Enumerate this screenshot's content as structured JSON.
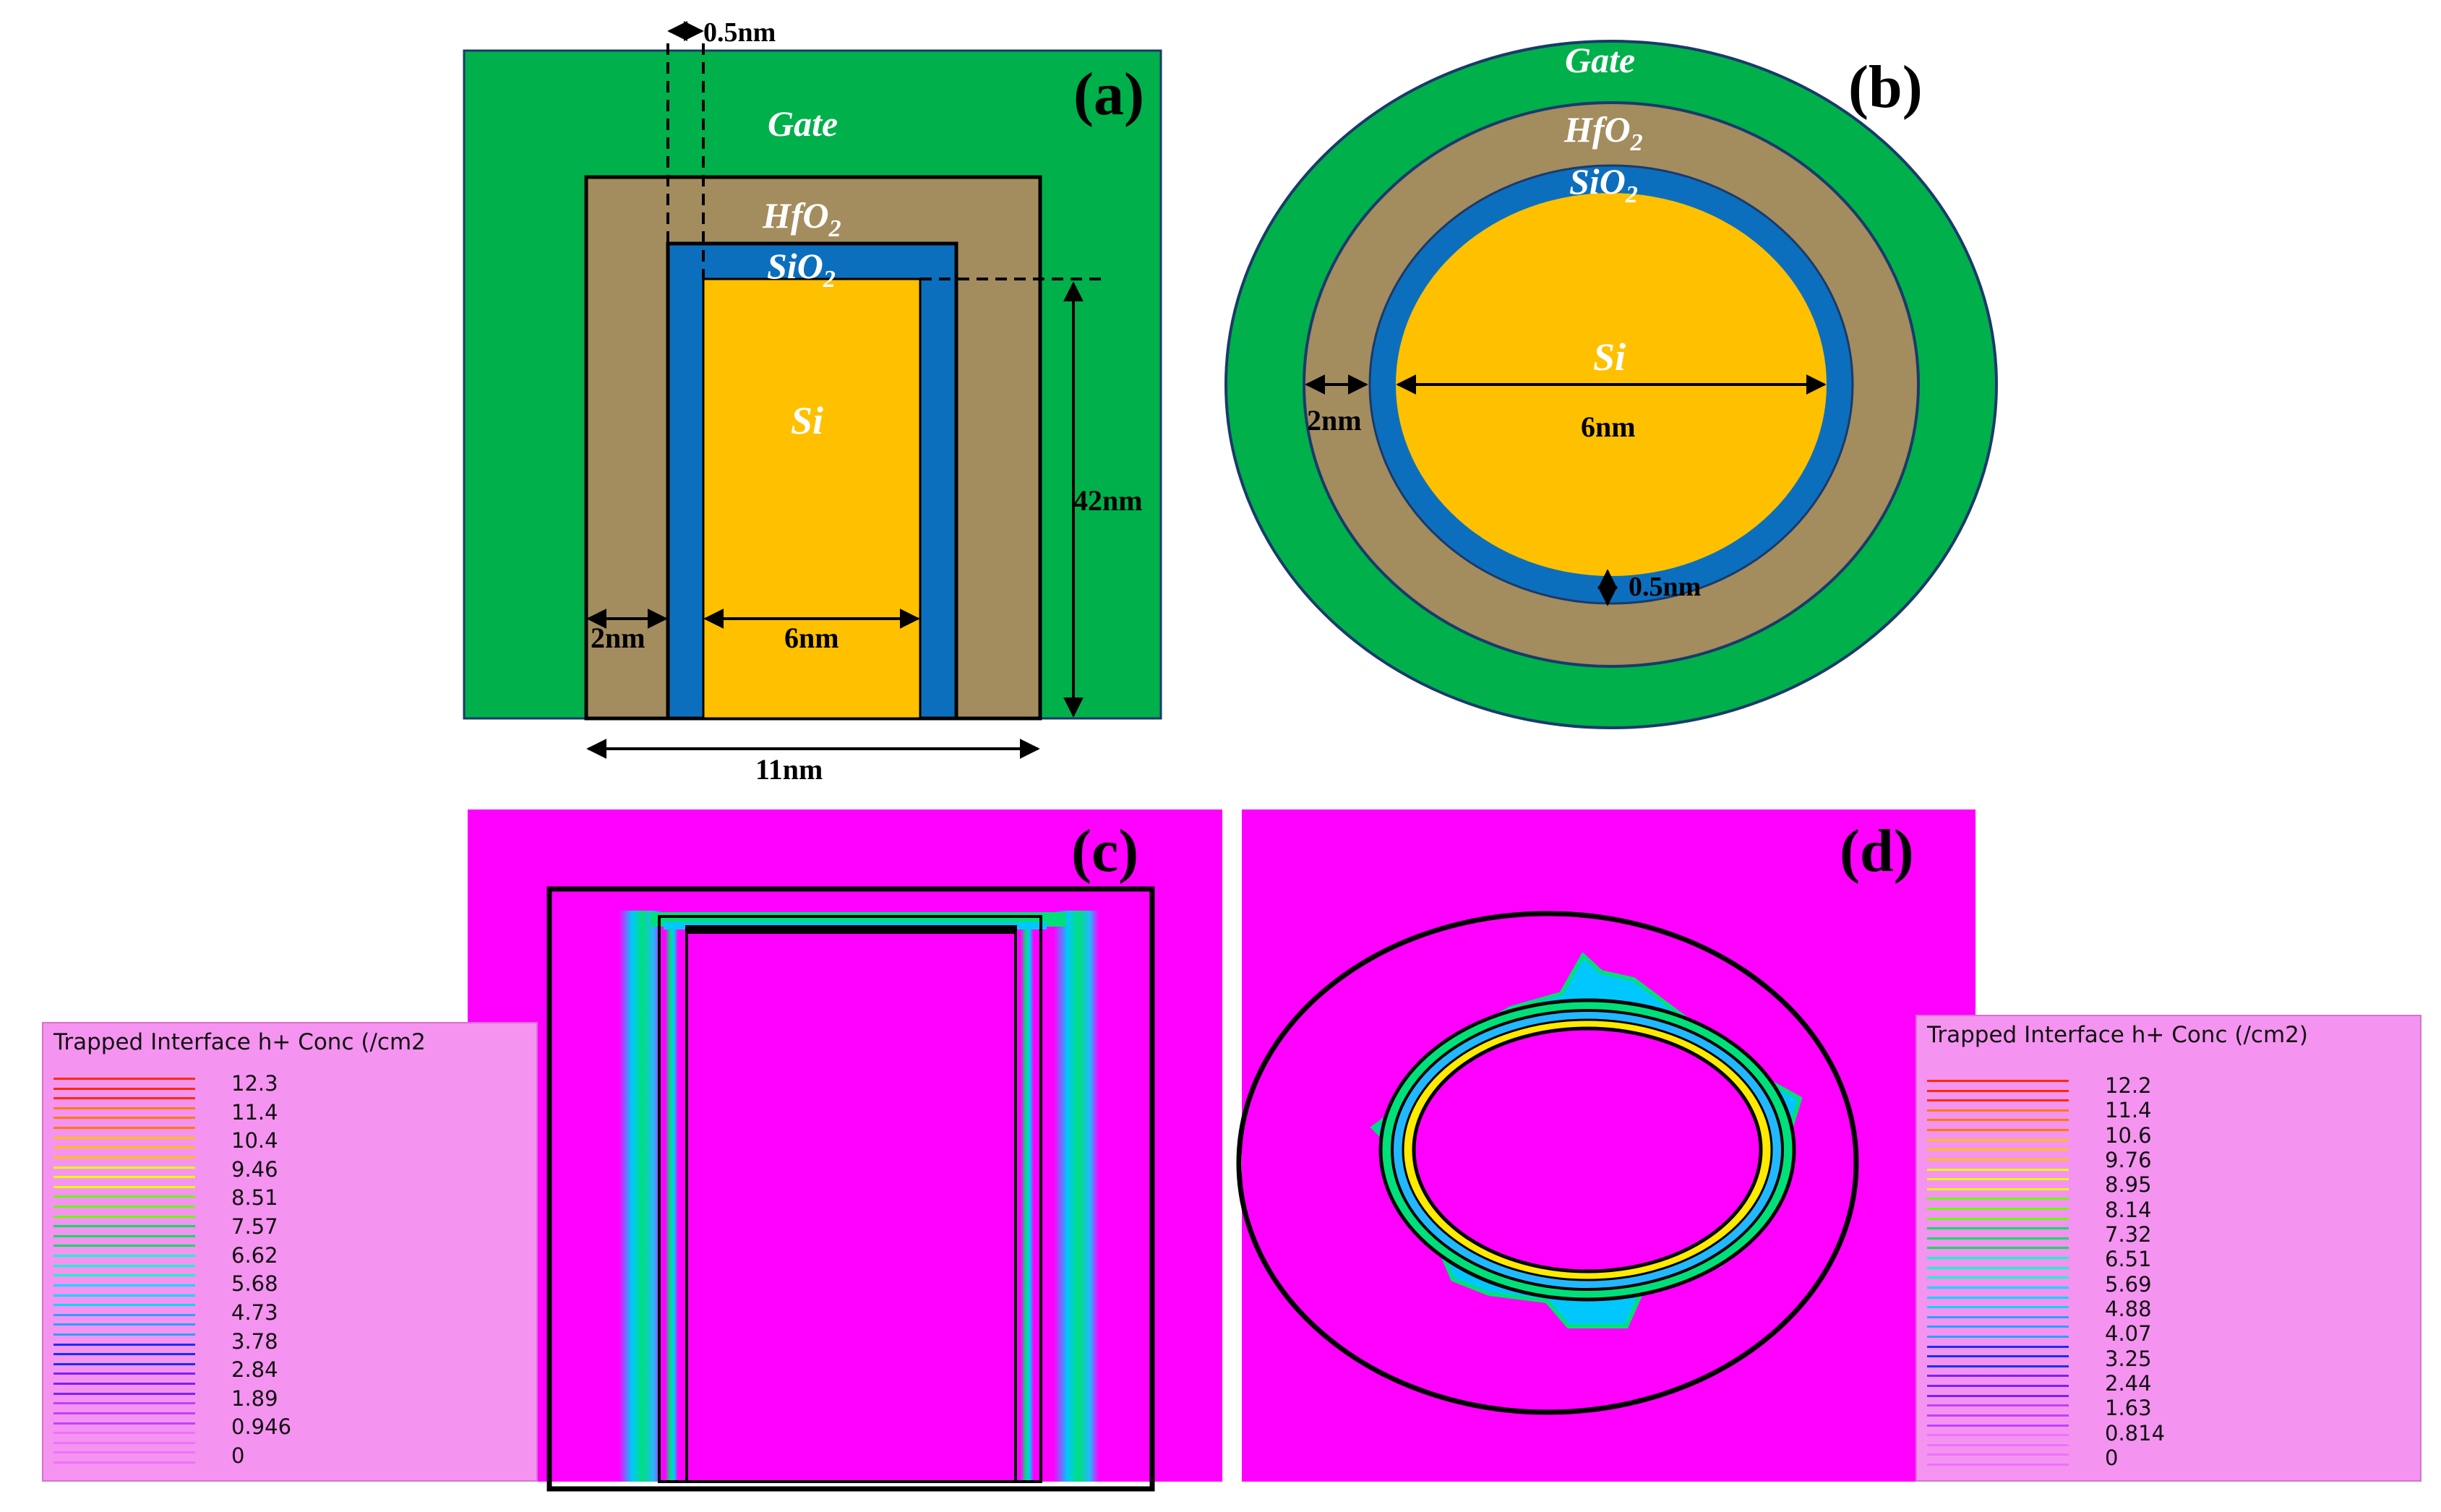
{
  "panels": {
    "a": "(a)",
    "b": "(b)",
    "c": "(c)",
    "d": "(d)"
  },
  "regions": {
    "gate": "Gate",
    "hfo2_base": "HfO",
    "sio2_base": "SiO",
    "subscript": "2",
    "si": "Si"
  },
  "dimensions_a": {
    "tox": "0.5nm",
    "thk": "2nm",
    "width": "6nm",
    "height": "42nm",
    "total": "11nm"
  },
  "dimensions_b": {
    "thk": "2nm",
    "diameter": "6nm",
    "tox": "0.5nm"
  },
  "legend_c": {
    "title": "Trapped Interface h+ Conc (/cm2",
    "ticks": [
      "12.3",
      "11.4",
      "10.4",
      "9.46",
      "8.51",
      "7.57",
      "6.62",
      "5.68",
      "4.73",
      "3.78",
      "2.84",
      "1.89",
      "0.946",
      "0"
    ]
  },
  "legend_d": {
    "title": "Trapped Interface h+ Conc (/cm2)",
    "ticks": [
      "12.2",
      "11.4",
      "10.6",
      "9.76",
      "8.95",
      "8.14",
      "7.32",
      "6.51",
      "5.69",
      "4.88",
      "4.07",
      "3.25",
      "2.44",
      "1.63",
      "0.814",
      "0"
    ]
  },
  "colors": {
    "gate": "#00b04b",
    "hfo2": "#a38c5e",
    "sio2": "#0c6fbd",
    "si": "#ffc000",
    "map_bg": "#ff00ff"
  }
}
